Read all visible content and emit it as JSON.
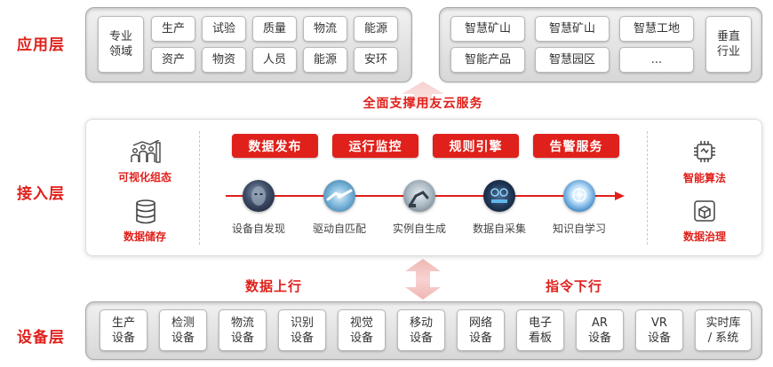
{
  "layers": {
    "application": "应用层",
    "access": "接入层",
    "device": "设备层"
  },
  "application": {
    "domain_chip": "专业\n领域",
    "grid": [
      [
        "生产",
        "试验",
        "质量",
        "物流",
        "能源"
      ],
      [
        "资产",
        "物资",
        "人员",
        "能源",
        "安环"
      ]
    ],
    "smart": [
      [
        "智慧矿山",
        "智慧矿山",
        "智慧工地"
      ],
      [
        "智能产品",
        "智慧园区",
        "..."
      ]
    ],
    "industry_chip": "垂直\n行业"
  },
  "support_text": "全面支撑用友云服务",
  "access": {
    "left": [
      {
        "icon": "bar-chart-people-icon",
        "label": "可视化组态"
      },
      {
        "icon": "database-icon",
        "label": "数据储存"
      }
    ],
    "buttons": [
      "数据发布",
      "运行监控",
      "规则引擎",
      "告警服务"
    ],
    "steps": [
      "设备自发现",
      "驱动自匹配",
      "实例自生成",
      "数据自采集",
      "知识自学习"
    ],
    "right": [
      {
        "icon": "chip-icon",
        "label": "智能算法"
      },
      {
        "icon": "data-cube-icon",
        "label": "数据治理"
      }
    ]
  },
  "flows": {
    "up": "数据上行",
    "down": "指令下行"
  },
  "device": {
    "chips": [
      "生产\n设备",
      "检测\n设备",
      "物流\n设备",
      "识别\n设备",
      "视觉\n设备",
      "移动\n设备",
      "网络\n设备",
      "电子\n看板",
      "AR\n设备",
      "VR\n设备",
      "实时库\n/ 系统"
    ]
  },
  "colors": {
    "accent": "#e0201b",
    "panel": "#e2e2e2",
    "arrow": "#f3c3c1"
  }
}
